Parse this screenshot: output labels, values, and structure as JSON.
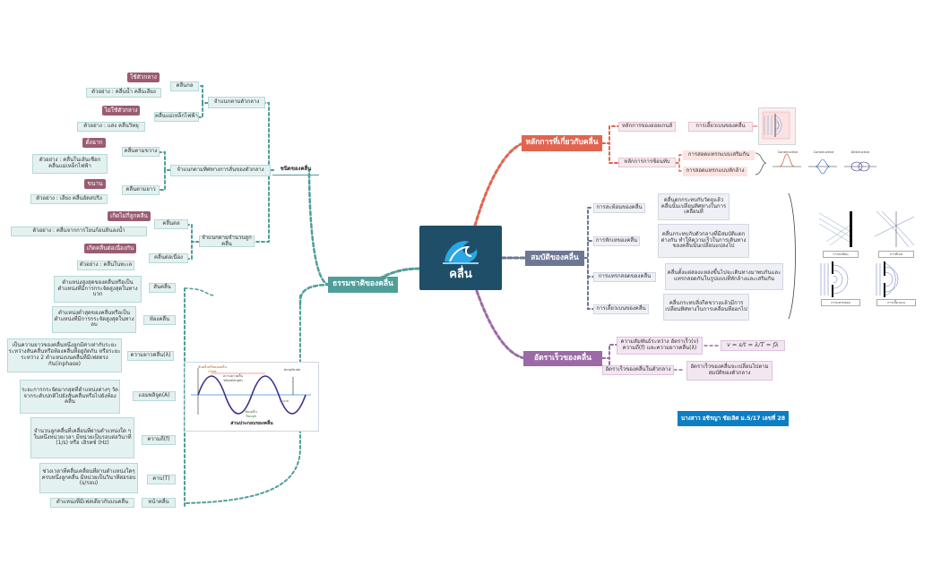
{
  "central": {
    "title": "คลื่น"
  },
  "colors": {
    "teal": "#4f9e9a",
    "orange": "#e2644e",
    "slate": "#6b7794",
    "purple": "#9c6aa6",
    "blue": "#0c7ec4",
    "mauve": "#9b5b72"
  },
  "nature": {
    "title": "ธรรมชาติของคลื่น",
    "types": {
      "title": "ชนิดของคลื่น",
      "by_medium": {
        "label": "จำแนกตามตัวกลาง",
        "mech": {
          "label": "คลื่นกล",
          "tag": "ใช้ตัวกลาง",
          "example": "ตัวอย่าง : คลื่นน้ำ คลื่นเสียง"
        },
        "em": {
          "label": "คลื่นแม่เหล็กไฟฟ้า",
          "tag": "ไม่ใช้ตัวกลาง",
          "example": "ตัวอย่าง : แสง คลื่นวิทยุ"
        }
      },
      "by_direction": {
        "label": "จำแนกตามทิศทางการสั่นของตัวกลาง",
        "transverse": {
          "label": "คลื่นตามขวาง",
          "tag": "ตั้งฉาก",
          "example": "ตัวอย่าง : คลื่นในเส้นเชือก คลื่นแม่เหล็กไฟฟ้า"
        },
        "longitudinal": {
          "label": "คลื่นตามยาว",
          "tag": "ขนาน",
          "example": "ตัวอย่าง : เสียง คลื่นอัดสปริง"
        }
      },
      "by_count": {
        "label": "จำแนกตามจำนวนลูกคลื่น",
        "pulse": {
          "label": "คลื่นดล",
          "tag": "เกิดไม่กี่ลูกคลื่น",
          "example": "ตัวอย่าง : คลื่นจากการโยนก้อนหินลงน้ำ"
        },
        "continuous": {
          "label": "คลื่นต่อเนื่อง",
          "tag": "เกิดคลื่นต่อเนื่องกัน",
          "example": "ตัวอย่าง : คลื่นในทะเล"
        }
      }
    },
    "components": {
      "crest": {
        "label": "สันคลื่น",
        "desc": "ตำแหน่งสูงสุดของคลื่นหรือเป็นตำแหน่งที่มีการกระจัดสูงสุดในทางบวก"
      },
      "trough": {
        "label": "ท้องคลื่น",
        "desc": "ตำแหน่งต่ำสุดของคลื่นหรือเป็นตำแหน่งที่มีการกระจัดสูงสุดในทางลบ"
      },
      "wavelength": {
        "label": "ความยาวคลื่น(λ)",
        "desc": "เป็นความยาวของคลื่นหนึ่งลูกมีค่าเท่ากับระยะระหว่างสันคลื่นหรือท้องคลื่นที่อยู่ถัดกัน หรือระยะระหว่าง 2 ตำแหน่งบนคลื่นที่มีเฟสตรงกัน(inphase)"
      },
      "amplitude": {
        "label": "แอมพลิจูด(A)",
        "desc": "ระยะการกระจัดมากสุดที่ตำแหน่งต่างๆ วัดจากระดับปกติไปยังสันคลื่นหรือไปยังท้องคลื่น"
      },
      "frequency": {
        "label": "ความถี่(f)",
        "desc": "จำนวนลูกคลื่นที่เคลื่อนที่ผ่านตำแหน่งใด ๆ ในหนึ่งหน่วยเวลา มีหน่วยเป็นรอบต่อวินาที (1/s) หรือ เฮิรตซ์ (Hz)"
      },
      "period": {
        "label": "คาบ(T)",
        "desc": "ช่วงเวลาที่คลื่นเคลื่อนที่ผ่านตำแหน่งใดๆ ครบหนึ่งลูกคลื่น มีหน่วยเป็นวินาทีต่อรอบ (s/รอบ)"
      },
      "wavefront": {
        "label": "หน้าคลื่น",
        "desc": "ตำแหน่งที่มีเฟสเดียวกันบนคลื่น"
      },
      "diagram": {
        "caption": "ส่วนประกอบของคลื่น",
        "t_crest": "สันคลื่นหรือยอดคลื่น Crest",
        "t_wl": "ความยาวคลื่น Wavelength",
        "t_amp": "Amplitude",
        "t_trough": "ท้องคลื่น Trough",
        "t_lambda": "λ บวก"
      }
    }
  },
  "principles": {
    "title": "หลักการที่เกี่ยวกับคลื่น",
    "huygens": {
      "label": "หลักการของฮอยเกนส์",
      "child": "การเลี้ยวเบนของคลื่น"
    },
    "superposition": {
      "label": "หลักการการซ้อนทับ",
      "constructive": "การสอดแทรกแบบเสริมกัน",
      "destructive": "การสอดแทรกแบบหักล้าง"
    },
    "interf_labels": [
      "Constructive",
      "Constructive",
      "Destructive"
    ]
  },
  "properties": {
    "title": "สมบัติของคลื่น",
    "items": [
      {
        "label": "การสะท้อนของคลื่น",
        "desc": "คลื่นตกกระทบกับวัตถุแล้วคลื่นนั้นเปลี่ยนทิศทางในการเคลื่อนที่"
      },
      {
        "label": "การหักเหของคลื่น",
        "desc": "คลื่นกระทบกับตัวกลางที่มีสมบัติแตกต่างกัน ทำให้ความเร็วในการเดินทางของคลื่นนั้นเปลี่ยนแปลงไป"
      },
      {
        "label": "การแทรกสอดของคลื่น",
        "desc": "คลื่นตั้งแต่สองแหล่งขึ้นไปจะเดินทางมาพบกันและแทรกสอดกันในรูปแบบที่หักล้างและเสริมกัน"
      },
      {
        "label": "การเลี้ยวเบนของคลื่น",
        "desc": "คลื่นกระทบสิ่งกีดขวางแล้วมีการเปลี่ยนทิศทางในการเคลื่อนที่ออกไป"
      }
    ],
    "images": [
      "การสะท้อน",
      "การหักเห",
      "การแทรกสอด",
      "การเลี้ยวเบน"
    ]
  },
  "speed": {
    "title": "อัตราเร็วของคลื่น",
    "relation": {
      "label": "ความสัมพันธ์ระหว่าง อัตราเร็ว(v) ความถี่(f) และความยาวคลื่น(λ)",
      "formula": "v = s/t = λ/T = fλ"
    },
    "medium": {
      "label": "อัตราเร็วของคลื่นในตัวกลาง",
      "desc": "อัตราเร็วของคลื่นจะเปลี่ยนไปตามสมบัติของตัวกลาง"
    }
  },
  "author": "นางสาว อชิรญา ชัยเลิศ ม.5/17 เลขที่ 28"
}
